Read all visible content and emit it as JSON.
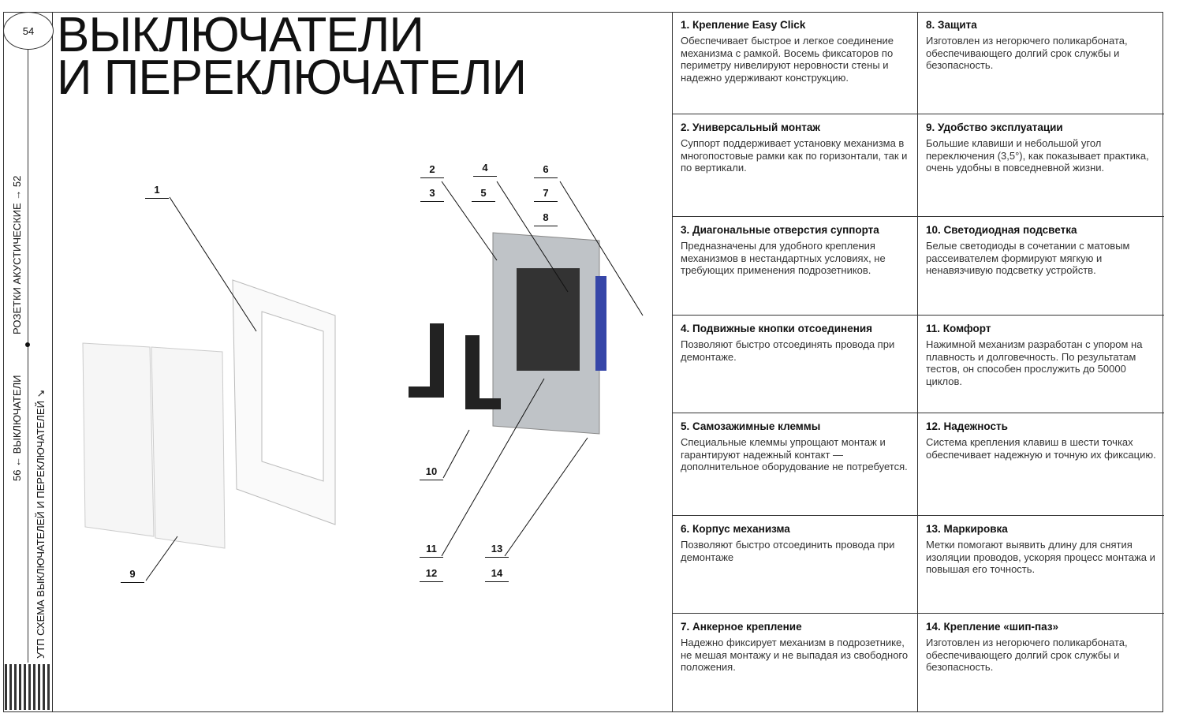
{
  "page_number": "54",
  "nav": {
    "next": "РОЗЕТКИ АКУСТИЧЕСКИЕ → 52",
    "prev": "56 ← ВЫКЛЮЧАТЕЛИ",
    "section": "УТП СХЕМА ВЫКЛЮЧАТЕЛЕЙ И ПЕРЕКЛЮЧАТЕЛЕЙ ↘"
  },
  "title_line1": "ВЫКЛЮЧАТЕЛИ",
  "title_line2": "И ПЕРЕКЛЮЧАТЕЛИ",
  "callouts": [
    "1",
    "2",
    "3",
    "4",
    "5",
    "6",
    "7",
    "8",
    "9",
    "10",
    "11",
    "12",
    "13",
    "14"
  ],
  "features": [
    {
      "title": "1. Крепление Easy Click",
      "text": "Обеспечивает быстрое и легкое соединение механизма с рамкой. Восемь фиксаторов по периметру нивелируют неровности стены и надежно удерживают конструкцию."
    },
    {
      "title": "8. Защита",
      "text": "Изготовлен из негорючего поликарбоната, обеспечивающего долгий срок службы и безопасность."
    },
    {
      "title": "2. Универсальный монтаж",
      "text": "Суппорт поддерживает установку механизма в многопостовые рамки как по горизонтали, так и по вертикали."
    },
    {
      "title": "9. Удобство эксплуатации",
      "text": "Большие клавиши и небольшой угол переключения (3,5°), как показывает практика, очень удобны в повседневной жизни."
    },
    {
      "title": "3. Диагональные отверстия суппорта",
      "text": "Предназначены для удобного крепления механизмов в нестандартных условиях, не требующих применения подрозетников."
    },
    {
      "title": "10.  Светодиодная подсветка",
      "text": "Белые светодиоды в сочетании с матовым рассеивателем формируют мягкую и ненавязчивую подсветку устройств."
    },
    {
      "title": "4. Подвижные кнопки отсоединения",
      "text": "Позволяют быстро отсоединять провода при демонтаже."
    },
    {
      "title": "11. Комфорт",
      "text": "Нажимной механизм разработан с упором на плавность и долговечность. По результатам тестов, он способен прослужить до 50000 циклов."
    },
    {
      "title": "5. Самозажимные клеммы",
      "text": "Специальные клеммы упрощают монтаж и гарантируют надежный контакт — дополнительное оборудование не потребуется."
    },
    {
      "title": "12. Надежность",
      "text": "Система крепления клавиш в шести точках обеспечивает надежную и точную их фиксацию."
    },
    {
      "title": "6. Корпус механизма",
      "text": "Позволяют быстро отсоединить провода при демонтаже"
    },
    {
      "title": "13. Маркировка",
      "text": "Метки помогают выявить длину для снятия изоляции проводов, ускоряя процесс монтажа и повышая его точность."
    },
    {
      "title": "7. Анкерное крепление",
      "text": "Надежно фиксирует механизм в подрозетнике, не мешая монтажу и не выпадая из свободного положения."
    },
    {
      "title": "14. Крепление «шип-паз»",
      "text": "Изготовлен из негорючего поликарбоната, обеспечивающего долгий срок службы и безопасность."
    }
  ]
}
